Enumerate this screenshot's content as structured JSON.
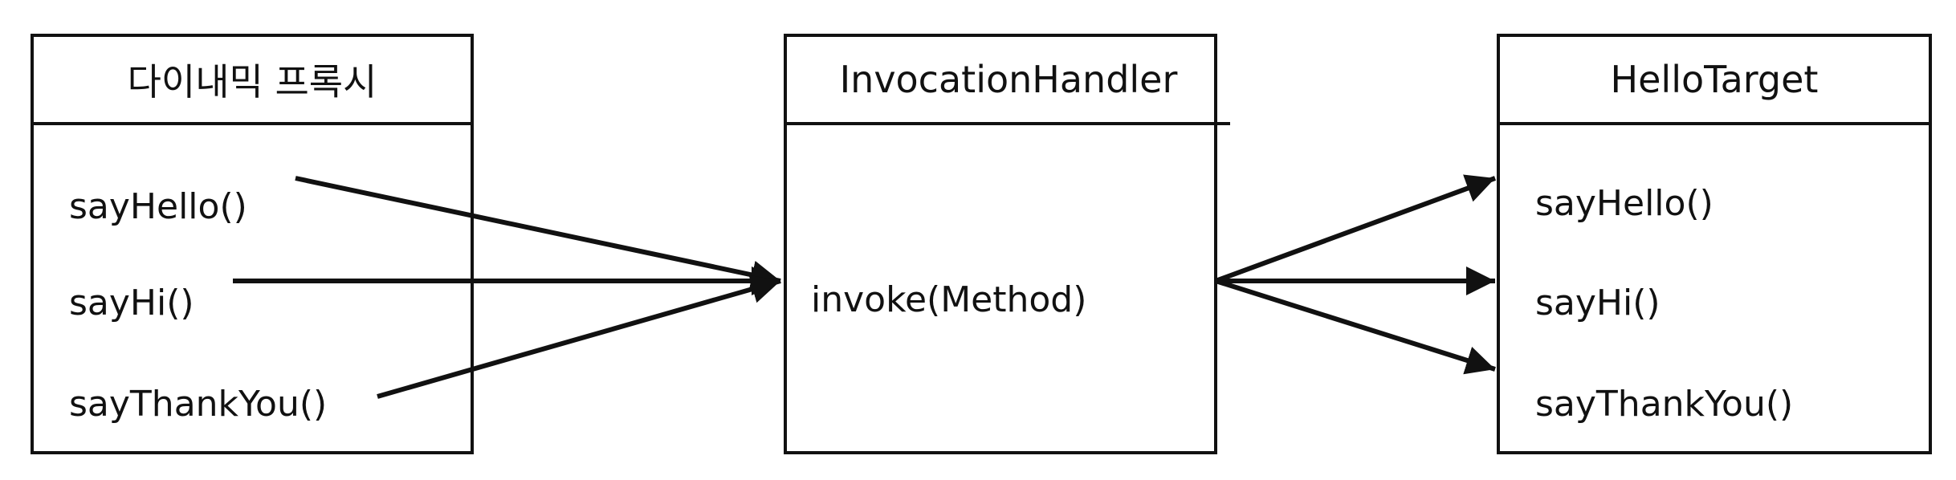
{
  "dynamic_proxy": {
    "title": "다이내믹 프록시",
    "methods": [
      "sayHello()",
      "sayHi()",
      "sayThankYou()"
    ]
  },
  "handler": {
    "title": "InvocationHandler",
    "method": "invoke(Method)"
  },
  "target": {
    "title": "HelloTarget",
    "methods": [
      "sayHello()",
      "sayHi()",
      "sayThankYou()"
    ]
  },
  "colors": {
    "line": "#111111",
    "background": "#ffffff"
  }
}
